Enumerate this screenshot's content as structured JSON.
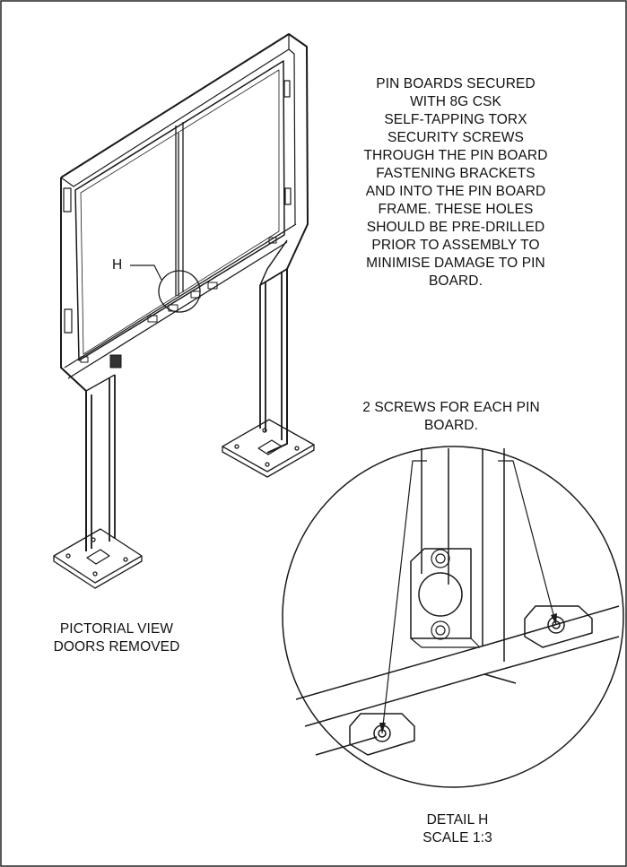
{
  "security_note": {
    "lines": [
      "PIN BOARDS SECURED",
      "WITH 8G CSK",
      "SELF-TAPPING TORX",
      "SECURITY SCREWS",
      "THROUGH THE PIN BOARD",
      "FASTENING BRACKETS",
      "AND INTO THE PIN BOARD",
      "FRAME. THESE HOLES",
      "SHOULD BE PRE-DRILLED",
      "PRIOR TO ASSEMBLY TO",
      "MINIMISE DAMAGE TO PIN",
      "BOARD."
    ]
  },
  "screws_note": {
    "line1": "2 SCREWS FOR EACH PIN",
    "line2": "BOARD."
  },
  "detail_label": "H",
  "pictorial_caption": {
    "line1": "PICTORIAL VIEW",
    "line2": "DOORS REMOVED"
  },
  "detail_caption": {
    "line1": "DETAIL H",
    "line2": "SCALE 1:3"
  }
}
